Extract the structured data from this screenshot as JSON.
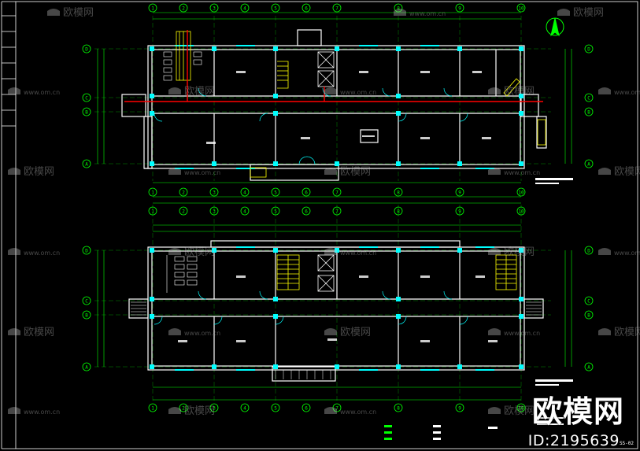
{
  "brand": {
    "name": "欧模网",
    "id_text": "ID:2195639",
    "watermark_text": "欧模网",
    "watermark_url": "www.om.cn"
  },
  "sheet_number": "SS-02",
  "axes": {
    "cols": [
      "1",
      "2",
      "3",
      "4",
      "5",
      "6",
      "7",
      "8",
      "9",
      "10"
    ],
    "rows_top": [
      "D",
      "C",
      "B",
      "A"
    ],
    "rows_bottom": [
      "D",
      "C",
      "B",
      "A"
    ]
  },
  "colors": {
    "background": "#000000",
    "wall": "#ffffff",
    "axis": "#00ff00",
    "column": "#00ffff",
    "pipe": "#ff0000",
    "stair": "#ffff00",
    "brand": "#ffffff"
  }
}
